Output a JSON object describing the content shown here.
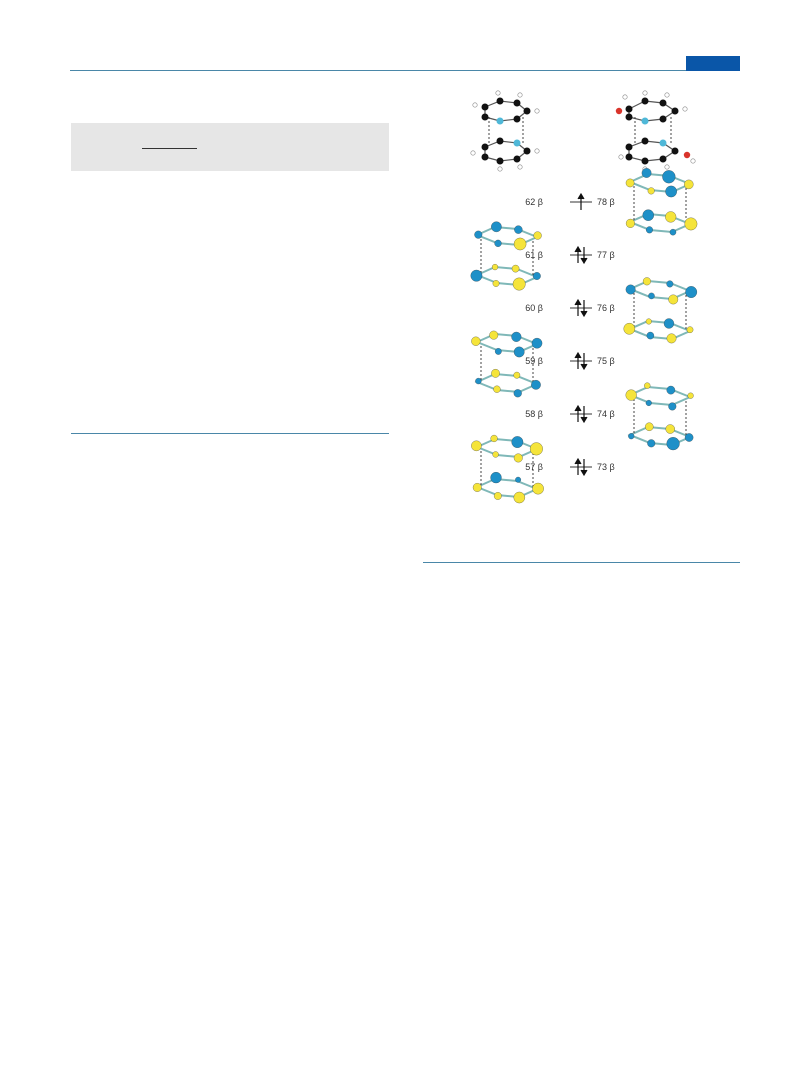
{
  "page": {
    "accent_color": "#0a56a8",
    "rule_color": "#4a87a8",
    "box_color": "#e6e6e6"
  },
  "figure": {
    "orbital_colors": {
      "positive": "#f5e43a",
      "negative": "#1e90c8",
      "bond": "#7fb8b8"
    },
    "levels": [
      {
        "left": "62 β",
        "right": "78 β",
        "occupancy": "single"
      },
      {
        "left": "61 β",
        "right": "77 β",
        "occupancy": "paired"
      },
      {
        "left": "60 β",
        "right": "76 β",
        "occupancy": "paired"
      },
      {
        "left": "59 β",
        "right": "75 β",
        "occupancy": "paired"
      },
      {
        "left": "58 β",
        "right": "74 β",
        "occupancy": "paired"
      },
      {
        "left": "57 β",
        "right": "73 β",
        "occupancy": "paired"
      }
    ]
  }
}
